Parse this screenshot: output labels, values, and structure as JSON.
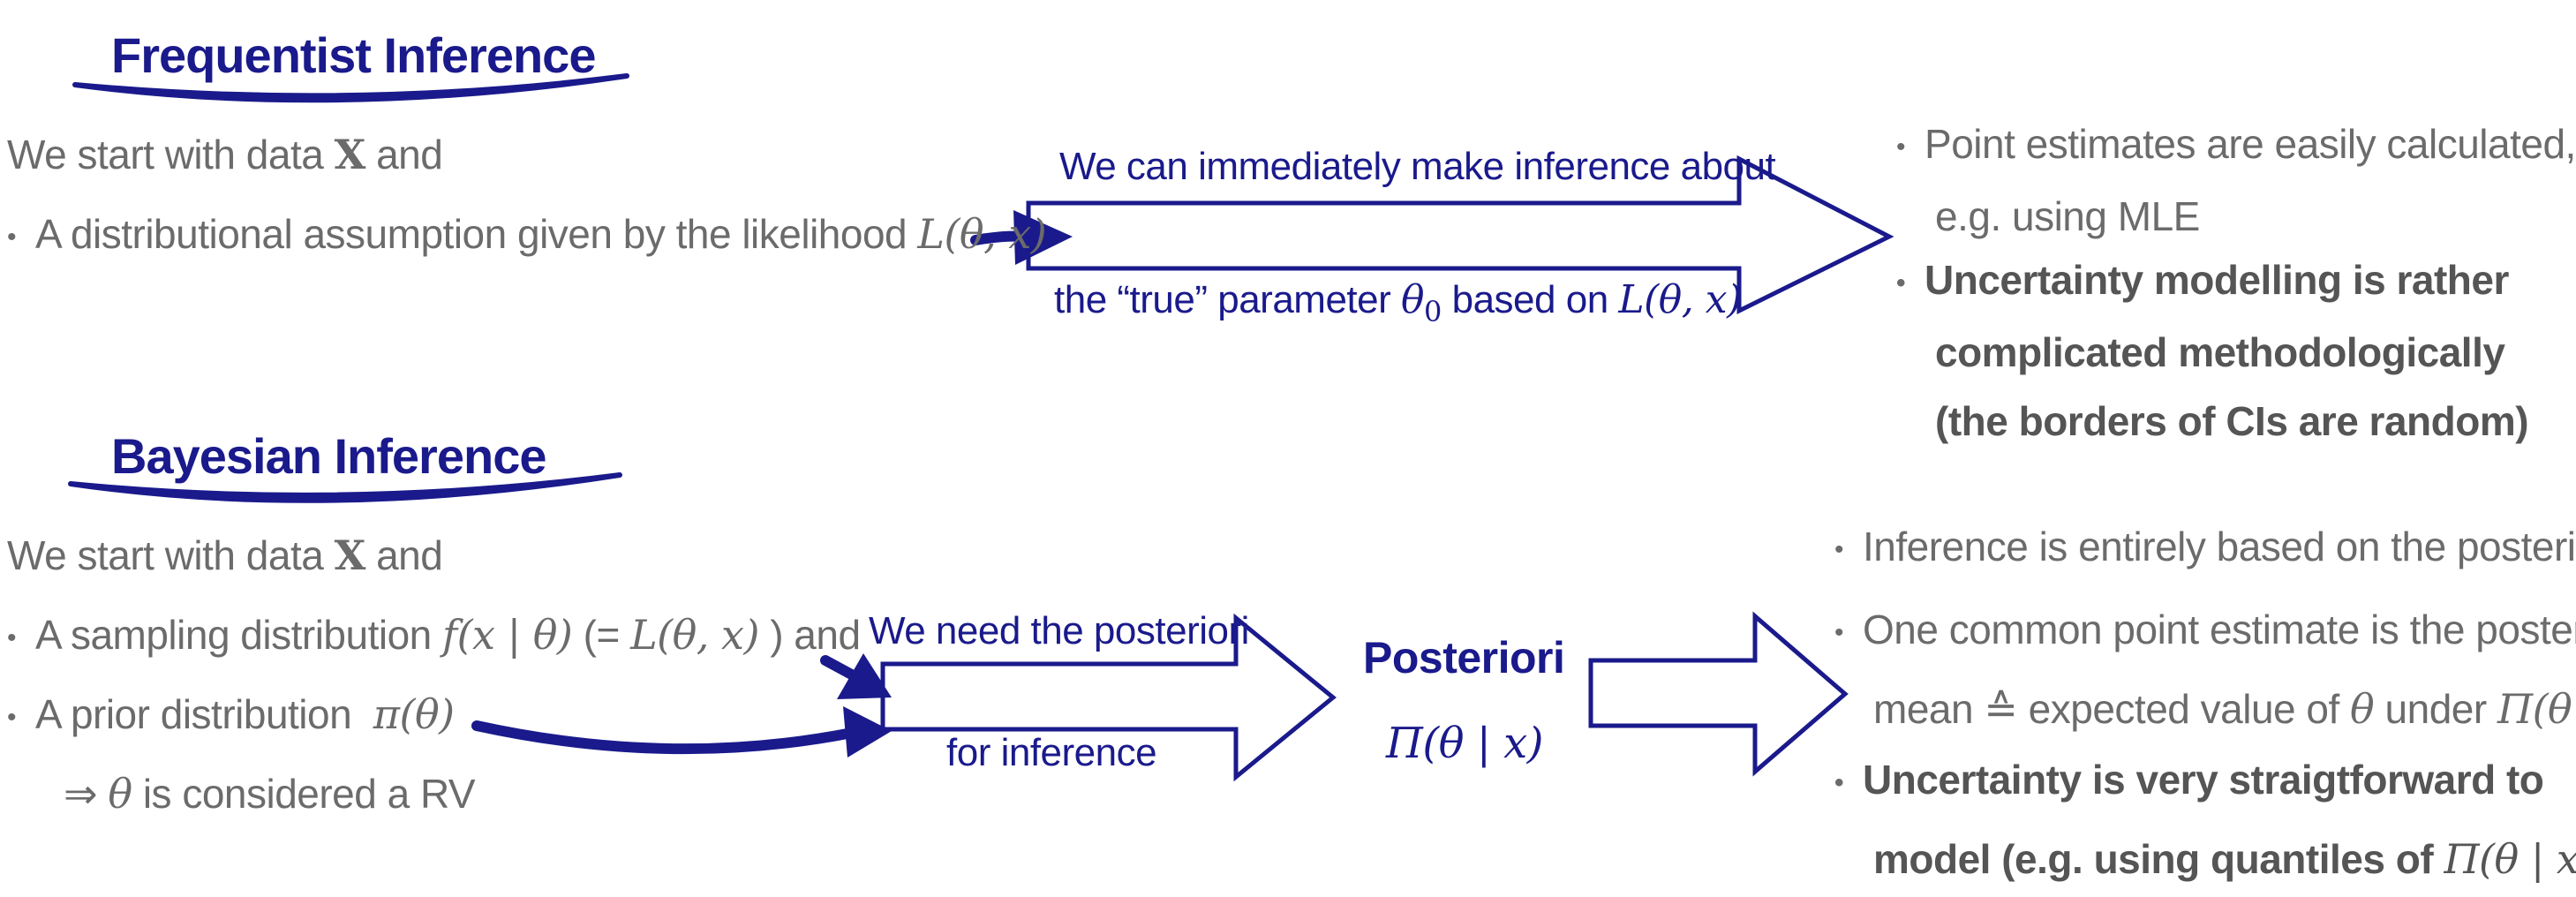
{
  "colors": {
    "accent": "#1a1a8c",
    "text": "#6b6b6b"
  },
  "frequentist": {
    "title": "Frequentist Inference",
    "start_pre": "We start with data",
    "start_sym": "X",
    "start_post": "and",
    "bullet1_pre": "A distributional assumption given by the likelihood",
    "bullet1_math": "L(θ, x)",
    "arrow_top": "We can immediately make inference about",
    "arrow_bottom_pre": "the “true” parameter",
    "arrow_bottom_sym": "θ",
    "arrow_bottom_sub": "0",
    "arrow_bottom_mid": "based on",
    "arrow_bottom_math": "L(θ, x)",
    "result1_line1": "Point estimates are easily calculated,",
    "result1_line2": "e.g. using MLE",
    "result2_line1": "Uncertainty modelling is rather",
    "result2_line2": "complicated methodologically",
    "result2_line3": "(the borders of CIs are random)"
  },
  "bayesian": {
    "title": "Bayesian Inference",
    "start_pre": "We start with data",
    "start_sym": "X",
    "start_post": "and",
    "bullet1_pre": "A sampling distribution",
    "bullet1_math": "f(x | θ)",
    "bullet1_mid": "(=",
    "bullet1_math2": "L(θ, x)",
    "bullet1_post": ") and",
    "bullet2_pre": "A prior distribution",
    "bullet2_math": "π(θ)",
    "implies_arrow": "⇒",
    "implies_sym": "θ",
    "implies_text": "is considered a RV",
    "arrow_top": "We need the posteriori",
    "arrow_bottom": "for inference",
    "posteriori_label": "Posteriori",
    "posteriori_math": "Π(θ | x)",
    "result1": "Inference is entirely based on the posterior",
    "result2_line1": "One common point estimate is the posterior",
    "result2_line2_pre": "mean ≙ expected value of",
    "result2_line2_sym": "θ",
    "result2_line2_mid": "under",
    "result2_line2_math": "Π(θ | x)",
    "result3_line1": "Uncertainty is very straigtforward to",
    "result3_line2_pre": "model (e.g. using quantiles of",
    "result3_line2_math": "Π(θ | x)"
  }
}
